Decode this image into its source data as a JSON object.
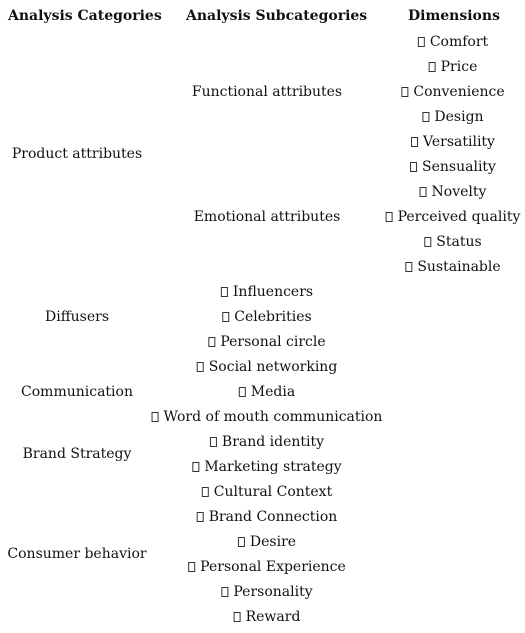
{
  "headers": {
    "categories": "Analysis Categories",
    "subcategories": "Analysis Subcategories",
    "dimensions": "Dimensions"
  },
  "categories": {
    "product": "Product attributes",
    "diffusers": "Diffusers",
    "communication": "Communication",
    "brand_strategy": "Brand Strategy",
    "consumer_behavior": "Consumer behavior"
  },
  "subcategories": {
    "functional": "Functional attributes",
    "emotional": "Emotional attributes"
  },
  "dimensions": [
    "Comfort",
    "Price",
    "Convenience",
    "Design",
    "Versatility",
    "Sensuality",
    "Novelty",
    "Perceived quality",
    "Status",
    "Sustainable"
  ],
  "items": [
    "Influencers",
    "Celebrities",
    "Personal circle",
    "Social networking",
    "Media",
    "Word of mouth communication",
    "Brand identity",
    "Marketing strategy",
    "Cultural Context",
    "Brand Connection",
    "Desire",
    "Personal Experience",
    "Personality",
    "Reward"
  ]
}
